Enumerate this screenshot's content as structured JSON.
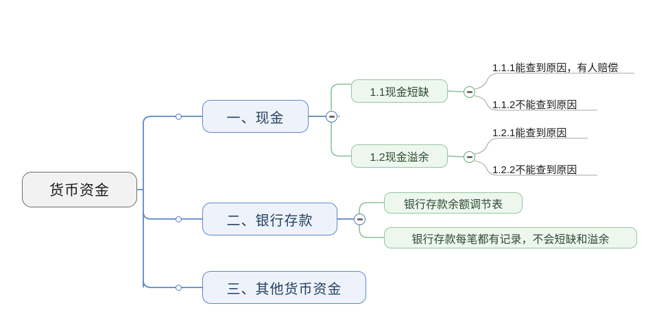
{
  "diagram": {
    "type": "mind-map",
    "title": "货币资金",
    "colors": {
      "root_fill": "#f2f2f2",
      "root_border": "#6b6b6b",
      "main_fill": "#eef3fb",
      "main_border": "#5b86c8",
      "sub_fill": "#eef7ee",
      "sub_border": "#92c49a",
      "link_blue": "#5b86c8",
      "link_green": "#8cc196",
      "link_gray": "#a6a6a6",
      "background": "#ffffff"
    }
  },
  "root": {
    "label": "货币资金"
  },
  "branches": [
    {
      "id": "cash",
      "label": "一、现金",
      "toggle": "collapse-toggle-cash",
      "children": [
        {
          "id": "cash-shortage",
          "label": "1.1现金短缺",
          "toggle": "collapse-toggle-cash-shortage",
          "children": [
            {
              "id": "cash-shortage-known",
              "label": "1.1.1能查到原因，有人赔偿"
            },
            {
              "id": "cash-shortage-unknown",
              "label": "1.1.2不能查到原因"
            }
          ]
        },
        {
          "id": "cash-overage",
          "label": "1.2现金溢余",
          "toggle": "collapse-toggle-cash-overage",
          "children": [
            {
              "id": "cash-overage-known",
              "label": "1.2.1能查到原因"
            },
            {
              "id": "cash-overage-unknown",
              "label": "1.2.2不能查到原因"
            }
          ]
        }
      ]
    },
    {
      "id": "bank-deposit",
      "label": "二、银行存款",
      "toggle": "collapse-toggle-bank-deposit",
      "children": [
        {
          "id": "bank-reconciliation",
          "label": "银行存款余额调节表"
        },
        {
          "id": "bank-no-discrepancy",
          "label": "银行存款每笔都有记录，不会短缺和溢余"
        }
      ]
    },
    {
      "id": "other-monetary-funds",
      "label": "三、其他货币资金",
      "children": []
    }
  ]
}
